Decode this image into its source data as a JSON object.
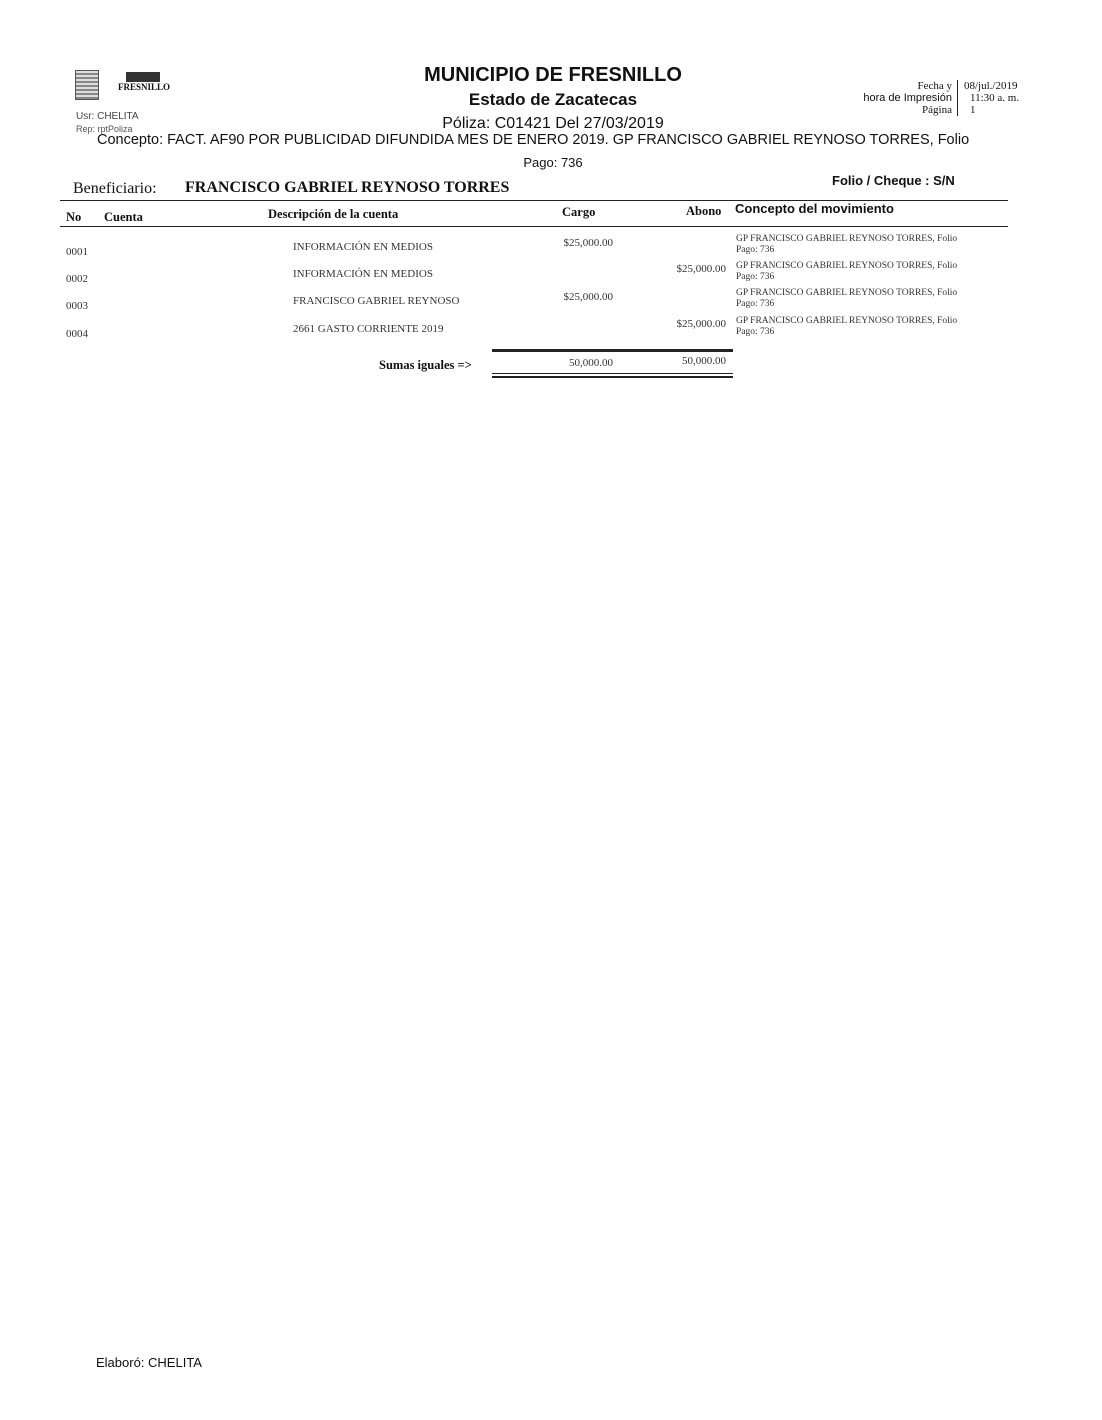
{
  "header": {
    "title": "MUNICIPIO DE FRESNILLO",
    "subtitle": "Estado de Zacatecas",
    "poliza": "Póliza:  C01421  Del 27/03/2019",
    "usr": "Usr: CHELITA",
    "rep": "Rep: rptPoliza",
    "logo_text": "FRESNILLO",
    "fecha_label": "Fecha y",
    "hora_label": "hora de Impresión",
    "pagina_label": "Página",
    "fecha": "08/jul./2019",
    "hora": "11:30 a. m.",
    "pagina": "1"
  },
  "concepto": "Concepto: FACT. AF90 POR PUBLICIDAD DIFUNDIDA MES DE ENERO 2019. GP FRANCISCO GABRIEL REYNOSO TORRES, Folio",
  "concepto_pago": "Pago: 736",
  "beneficiario_label": "Beneficiario:",
  "beneficiario": "FRANCISCO GABRIEL REYNOSO TORRES",
  "folio_cheque": "Folio / Cheque : S/N",
  "columns": {
    "no": "No",
    "cuenta": "Cuenta",
    "descripcion": "Descripción de la cuenta",
    "cargo": "Cargo",
    "abono": "Abono",
    "concepto": "Concepto del movimiento"
  },
  "rows": [
    {
      "no": "0001",
      "descripcion": "INFORMACIÓN EN MEDIOS",
      "cargo": "$25,000.00",
      "abono": "",
      "concepto1": "GP FRANCISCO GABRIEL REYNOSO TORRES, Folio",
      "concepto2": "Pago: 736"
    },
    {
      "no": "0002",
      "descripcion": "INFORMACIÓN EN MEDIOS",
      "cargo": "",
      "abono": "$25,000.00",
      "concepto1": "GP FRANCISCO GABRIEL REYNOSO TORRES, Folio",
      "concepto2": "Pago: 736"
    },
    {
      "no": "0003",
      "descripcion": "FRANCISCO GABRIEL REYNOSO",
      "cargo": "$25,000.00",
      "abono": "",
      "concepto1": "GP FRANCISCO GABRIEL REYNOSO TORRES, Folio",
      "concepto2": "Pago: 736"
    },
    {
      "no": "0004",
      "descripcion": "2661 GASTO CORRIENTE 2019",
      "cargo": "",
      "abono": "$25,000.00",
      "concepto1": "GP FRANCISCO GABRIEL REYNOSO TORRES, Folio",
      "concepto2": "Pago: 736"
    }
  ],
  "totals": {
    "label": "Sumas iguales =>",
    "cargo": "50,000.00",
    "abono": "50,000.00"
  },
  "footer": {
    "elaboro": "Elaboró: CHELITA"
  }
}
